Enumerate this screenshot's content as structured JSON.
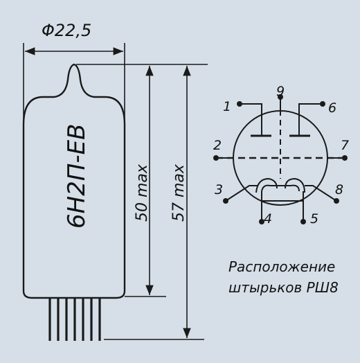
{
  "tube": {
    "model": "6Н2П-ЕВ",
    "diameter": "Φ22,5",
    "body_height": "50 max",
    "total_height": "57 max"
  },
  "pinout": {
    "caption_line1": "Расположение",
    "caption_line2": "штырьков РШ8",
    "pins": [
      "1",
      "2",
      "3",
      "4",
      "5",
      "6",
      "7",
      "8",
      "9"
    ]
  },
  "colors": {
    "background": "#d6dfe8",
    "line": "#1a1a1a"
  }
}
